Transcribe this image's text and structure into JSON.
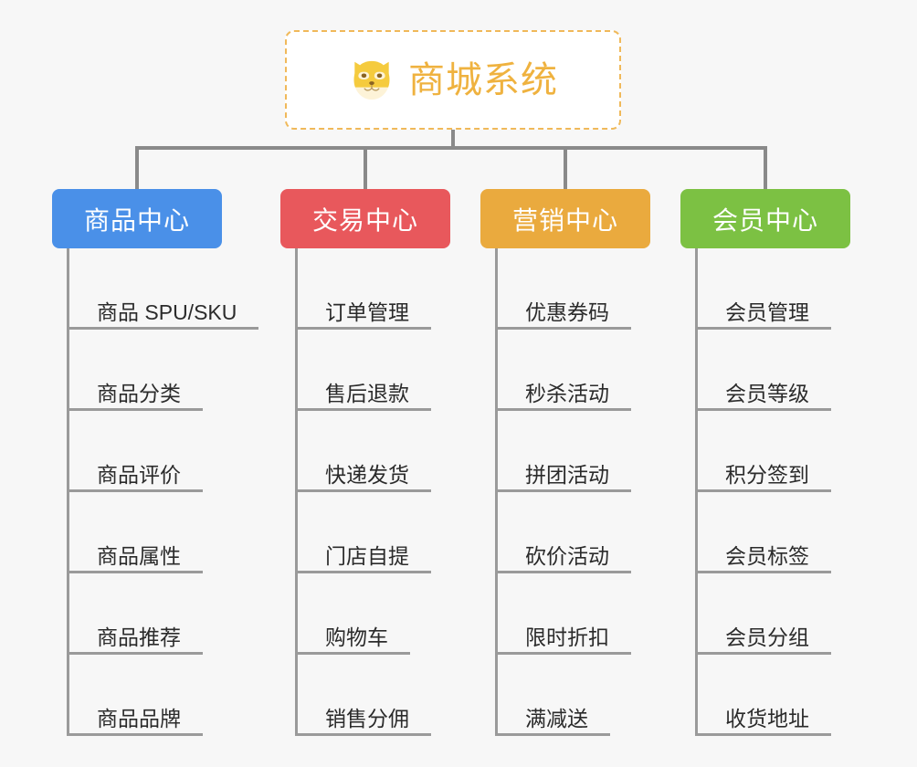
{
  "diagram": {
    "title": "商城系统",
    "background_color": "#f7f7f7",
    "root": {
      "label": "商城系统",
      "icon": "shiba-dog-face-icon",
      "text_color": "#efb23f",
      "border_color": "#f0b95a",
      "fill_color": "#ffffff"
    },
    "connector_color": "#8a8a8a",
    "columns": [
      {
        "label": "商品中心",
        "color": "#4a90e8",
        "items": [
          "商品 SPU/SKU",
          "商品分类",
          "商品评价",
          "商品属性",
          "商品推荐",
          "商品品牌"
        ]
      },
      {
        "label": "交易中心",
        "color": "#e8585c",
        "items": [
          "订单管理",
          "售后退款",
          "快递发货",
          "门店自提",
          "购物车",
          "销售分佣"
        ]
      },
      {
        "label": "营销中心",
        "color": "#eaaa3e",
        "items": [
          "优惠券码",
          "秒杀活动",
          "拼团活动",
          "砍价活动",
          "限时折扣",
          "满减送"
        ]
      },
      {
        "label": "会员中心",
        "color": "#7cc143",
        "items": [
          "会员管理",
          "会员等级",
          "积分签到",
          "会员标签",
          "会员分组",
          "收货地址"
        ]
      }
    ]
  }
}
